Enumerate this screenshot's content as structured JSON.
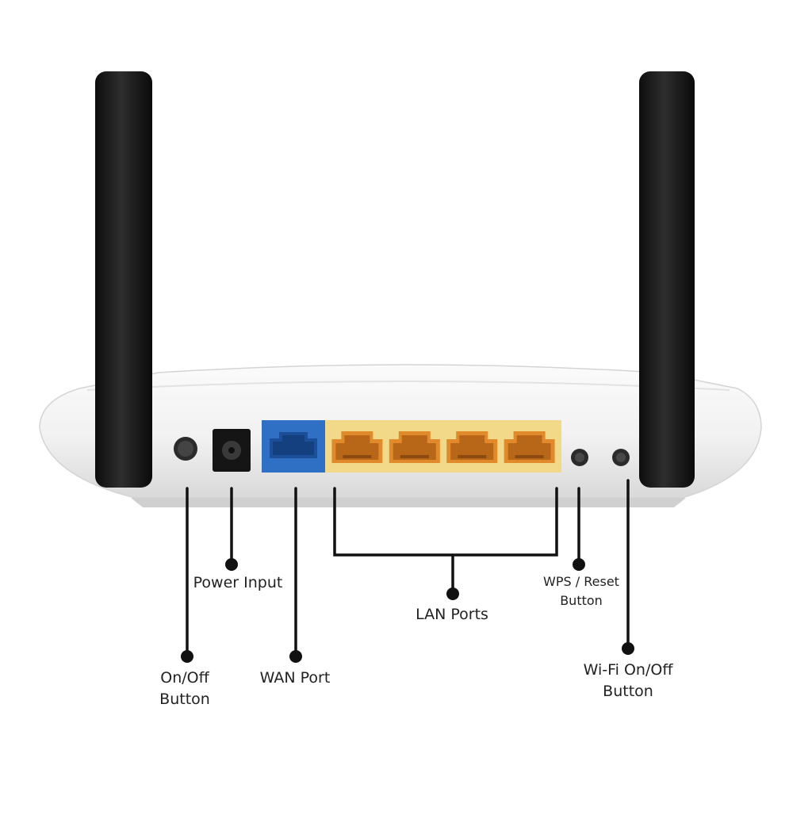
{
  "colors": {
    "background": "#ffffff",
    "router_body": "#f3f3f3",
    "router_shadow": "#dcdcdc",
    "antenna": "#1b1b1b",
    "wan_port": "#2f6fc4",
    "lan_panel": "#f2d98a",
    "lan_port": "#e08a2c",
    "line": "#111111",
    "text": "#222222"
  },
  "labels": {
    "power_input": "Power Input",
    "lan_ports": "LAN Ports",
    "wps_reset": [
      "WPS / Reset",
      "Button"
    ],
    "on_off": [
      "On/Off",
      "Button"
    ],
    "wan_port": "WAN Port",
    "wifi_on_off": [
      "Wi-Fi On/Off",
      "Button"
    ]
  },
  "lan_port_count": 4
}
